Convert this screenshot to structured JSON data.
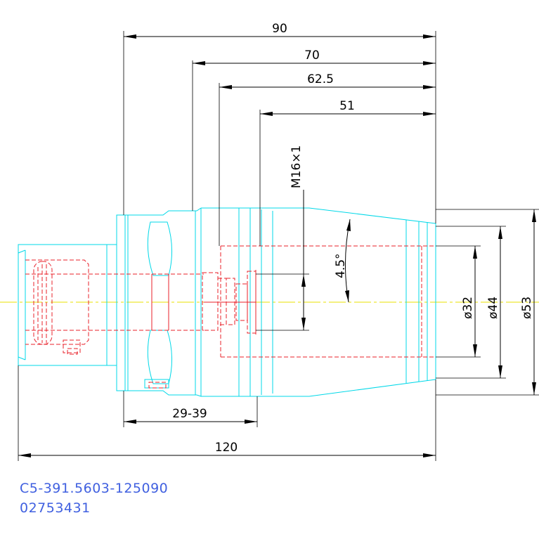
{
  "colors": {
    "body_outline": "#00d8e8",
    "hidden_lines": "#e8202a",
    "center_line": "#e8e000",
    "dimensions": "#000000",
    "part_number": "#4060e0"
  },
  "dimensions": {
    "len_90": "90",
    "len_70": "70",
    "len_62_5": "62.5",
    "len_51": "51",
    "thread": "M16×1",
    "angle": "4.5°",
    "dia_32": "ø32",
    "dia_44": "ø44",
    "dia_53": "ø53",
    "range": "29-39",
    "len_120": "120"
  },
  "part": {
    "code": "C5-391.5603-125090",
    "number": "02753431"
  }
}
